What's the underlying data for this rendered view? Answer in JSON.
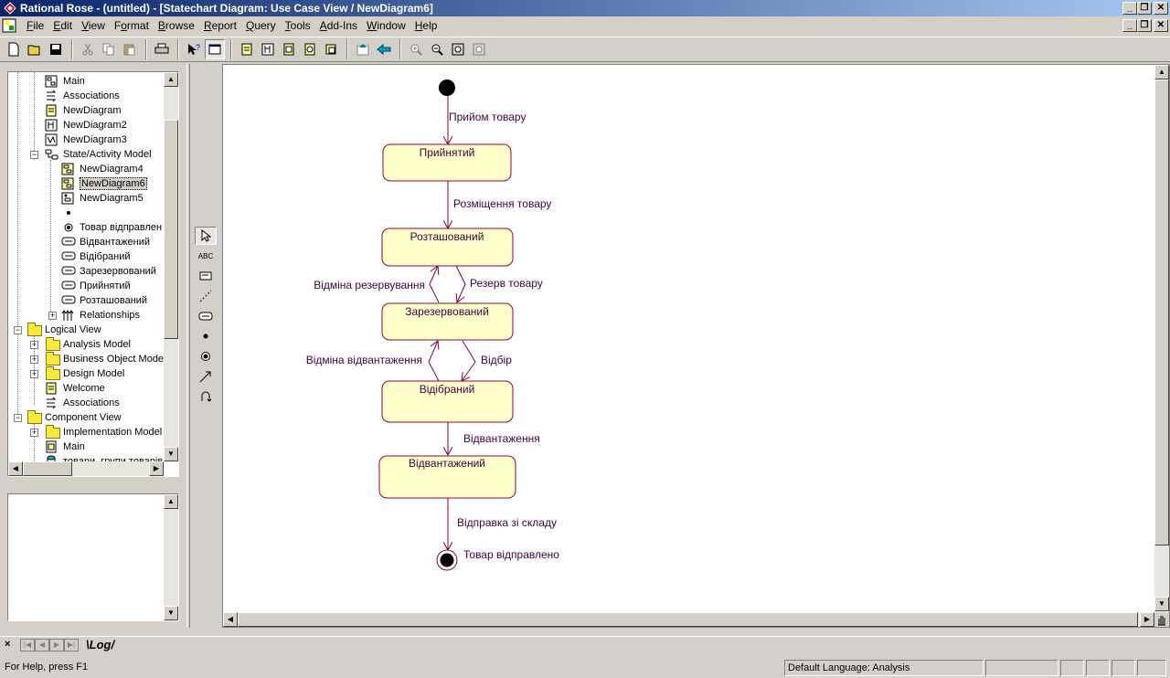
{
  "window": {
    "title": "Rational Rose - (untitled) - [Statechart Diagram: Use Case View / NewDiagram6]",
    "controls": {
      "minimize": "_",
      "restore": "❐",
      "close": "✕"
    }
  },
  "menubar": {
    "items": [
      {
        "label": "File",
        "key": "F"
      },
      {
        "label": "Edit",
        "key": "E"
      },
      {
        "label": "View",
        "key": "V"
      },
      {
        "label": "Format",
        "key": "o"
      },
      {
        "label": "Browse",
        "key": "B"
      },
      {
        "label": "Report",
        "key": "R"
      },
      {
        "label": "Query",
        "key": "Q"
      },
      {
        "label": "Tools",
        "key": "T"
      },
      {
        "label": "Add-Ins",
        "key": "A"
      },
      {
        "label": "Window",
        "key": "W"
      },
      {
        "label": "Help",
        "key": "H"
      }
    ]
  },
  "toolbar": {
    "buttons": [
      "new-icon",
      "open-icon",
      "save-icon",
      "cut-icon",
      "copy-icon",
      "paste-icon",
      "print-icon",
      "context-help-icon",
      "view-documentation-icon",
      "browse-class-diagram-icon",
      "browse-interaction-diagram-icon",
      "browse-component-diagram-icon",
      "browse-deployment-diagram-icon",
      "browse-parent-icon",
      "browse-previous-icon",
      "previous-diagram-icon",
      "zoom-in-icon",
      "zoom-out-icon",
      "fit-in-window-icon",
      "undo-fit-icon"
    ]
  },
  "browser": {
    "tree": [
      {
        "label": "Main",
        "icon": "class-diagram-icon",
        "level": 2
      },
      {
        "label": "Associations",
        "icon": "associations-icon",
        "level": 2
      },
      {
        "label": "NewDiagram",
        "icon": "class-diagram-icon",
        "level": 2
      },
      {
        "label": "NewDiagram2",
        "icon": "sequence-diagram-icon",
        "level": 2
      },
      {
        "label": "NewDiagram3",
        "icon": "collaboration-diagram-icon",
        "level": 2
      },
      {
        "label": "State/Activity Model",
        "icon": "state-model-icon",
        "level": 2
      },
      {
        "label": "NewDiagram4",
        "icon": "statechart-diagram-icon",
        "level": 3
      },
      {
        "label": "NewDiagram6",
        "icon": "statechart-diagram-icon",
        "level": 3,
        "selected": true
      },
      {
        "label": "NewDiagram5",
        "icon": "activity-diagram-icon",
        "level": 3
      },
      {
        "label": "",
        "icon": "start-state-icon",
        "level": 3
      },
      {
        "label": "Товар відправлен",
        "icon": "end-state-icon",
        "level": 3
      },
      {
        "label": "Відвантажений",
        "icon": "state-icon",
        "level": 3
      },
      {
        "label": "Відібраний",
        "icon": "state-icon",
        "level": 3
      },
      {
        "label": "Зарезервований",
        "icon": "state-icon",
        "level": 3
      },
      {
        "label": "Прийнятий",
        "icon": "state-icon",
        "level": 3
      },
      {
        "label": "Розташований",
        "icon": "state-icon",
        "level": 3
      },
      {
        "label": "Relationships",
        "icon": "relationships-icon",
        "level": 3
      },
      {
        "label": "Logical View",
        "icon": "folder-icon",
        "level": 0
      },
      {
        "label": "Analysis Model",
        "icon": "folder-icon",
        "level": 1
      },
      {
        "label": "Business Object Model",
        "icon": "folder-icon",
        "level": 1
      },
      {
        "label": "Design Model",
        "icon": "folder-icon",
        "level": 1
      },
      {
        "label": "Welcome",
        "icon": "class-diagram-icon",
        "level": 1
      },
      {
        "label": "Associations",
        "icon": "associations-icon",
        "level": 1
      },
      {
        "label": "Component View",
        "icon": "folder-icon",
        "level": 0
      },
      {
        "label": "Implementation Model",
        "icon": "folder-icon",
        "level": 1
      },
      {
        "label": "Main",
        "icon": "component-diagram-icon",
        "level": 1
      },
      {
        "label": "товари, групи товарів",
        "icon": "component-icon",
        "level": 1
      }
    ]
  },
  "toolbox": {
    "tools": [
      "selection-tool-icon",
      "text-box-tool-icon",
      "note-tool-icon",
      "anchor-note-tool-icon",
      "state-tool-icon",
      "start-state-tool-icon",
      "end-state-tool-icon",
      "state-transition-tool-icon",
      "transition-to-self-tool-icon"
    ],
    "text_tool_label": "ABC"
  },
  "diagram": {
    "states": {
      "s1": "Прийнятий",
      "s2": "Розташований",
      "s3": "Зарезервований",
      "s4": "Відібраний",
      "s5": "Відвантажений"
    },
    "transitions": {
      "t0": "Прийом товару",
      "t1": "Розміщення товару",
      "t2a": "Резерв товару",
      "t2b": "Відміна резервування",
      "t3a": "Відбір",
      "t3b": "Відміна відвантаження",
      "t4": "Відвантаження",
      "t5": "Відправка зі складу"
    },
    "end_label": "Товар відправлено",
    "colors": {
      "state_fill": "#ffffcc",
      "state_border": "#990033",
      "line": "#800040",
      "text": "#400040"
    }
  },
  "log": {
    "tab_label": "Log"
  },
  "statusbar": {
    "help": "For Help, press F1",
    "language": "Default Language: Analysis"
  }
}
